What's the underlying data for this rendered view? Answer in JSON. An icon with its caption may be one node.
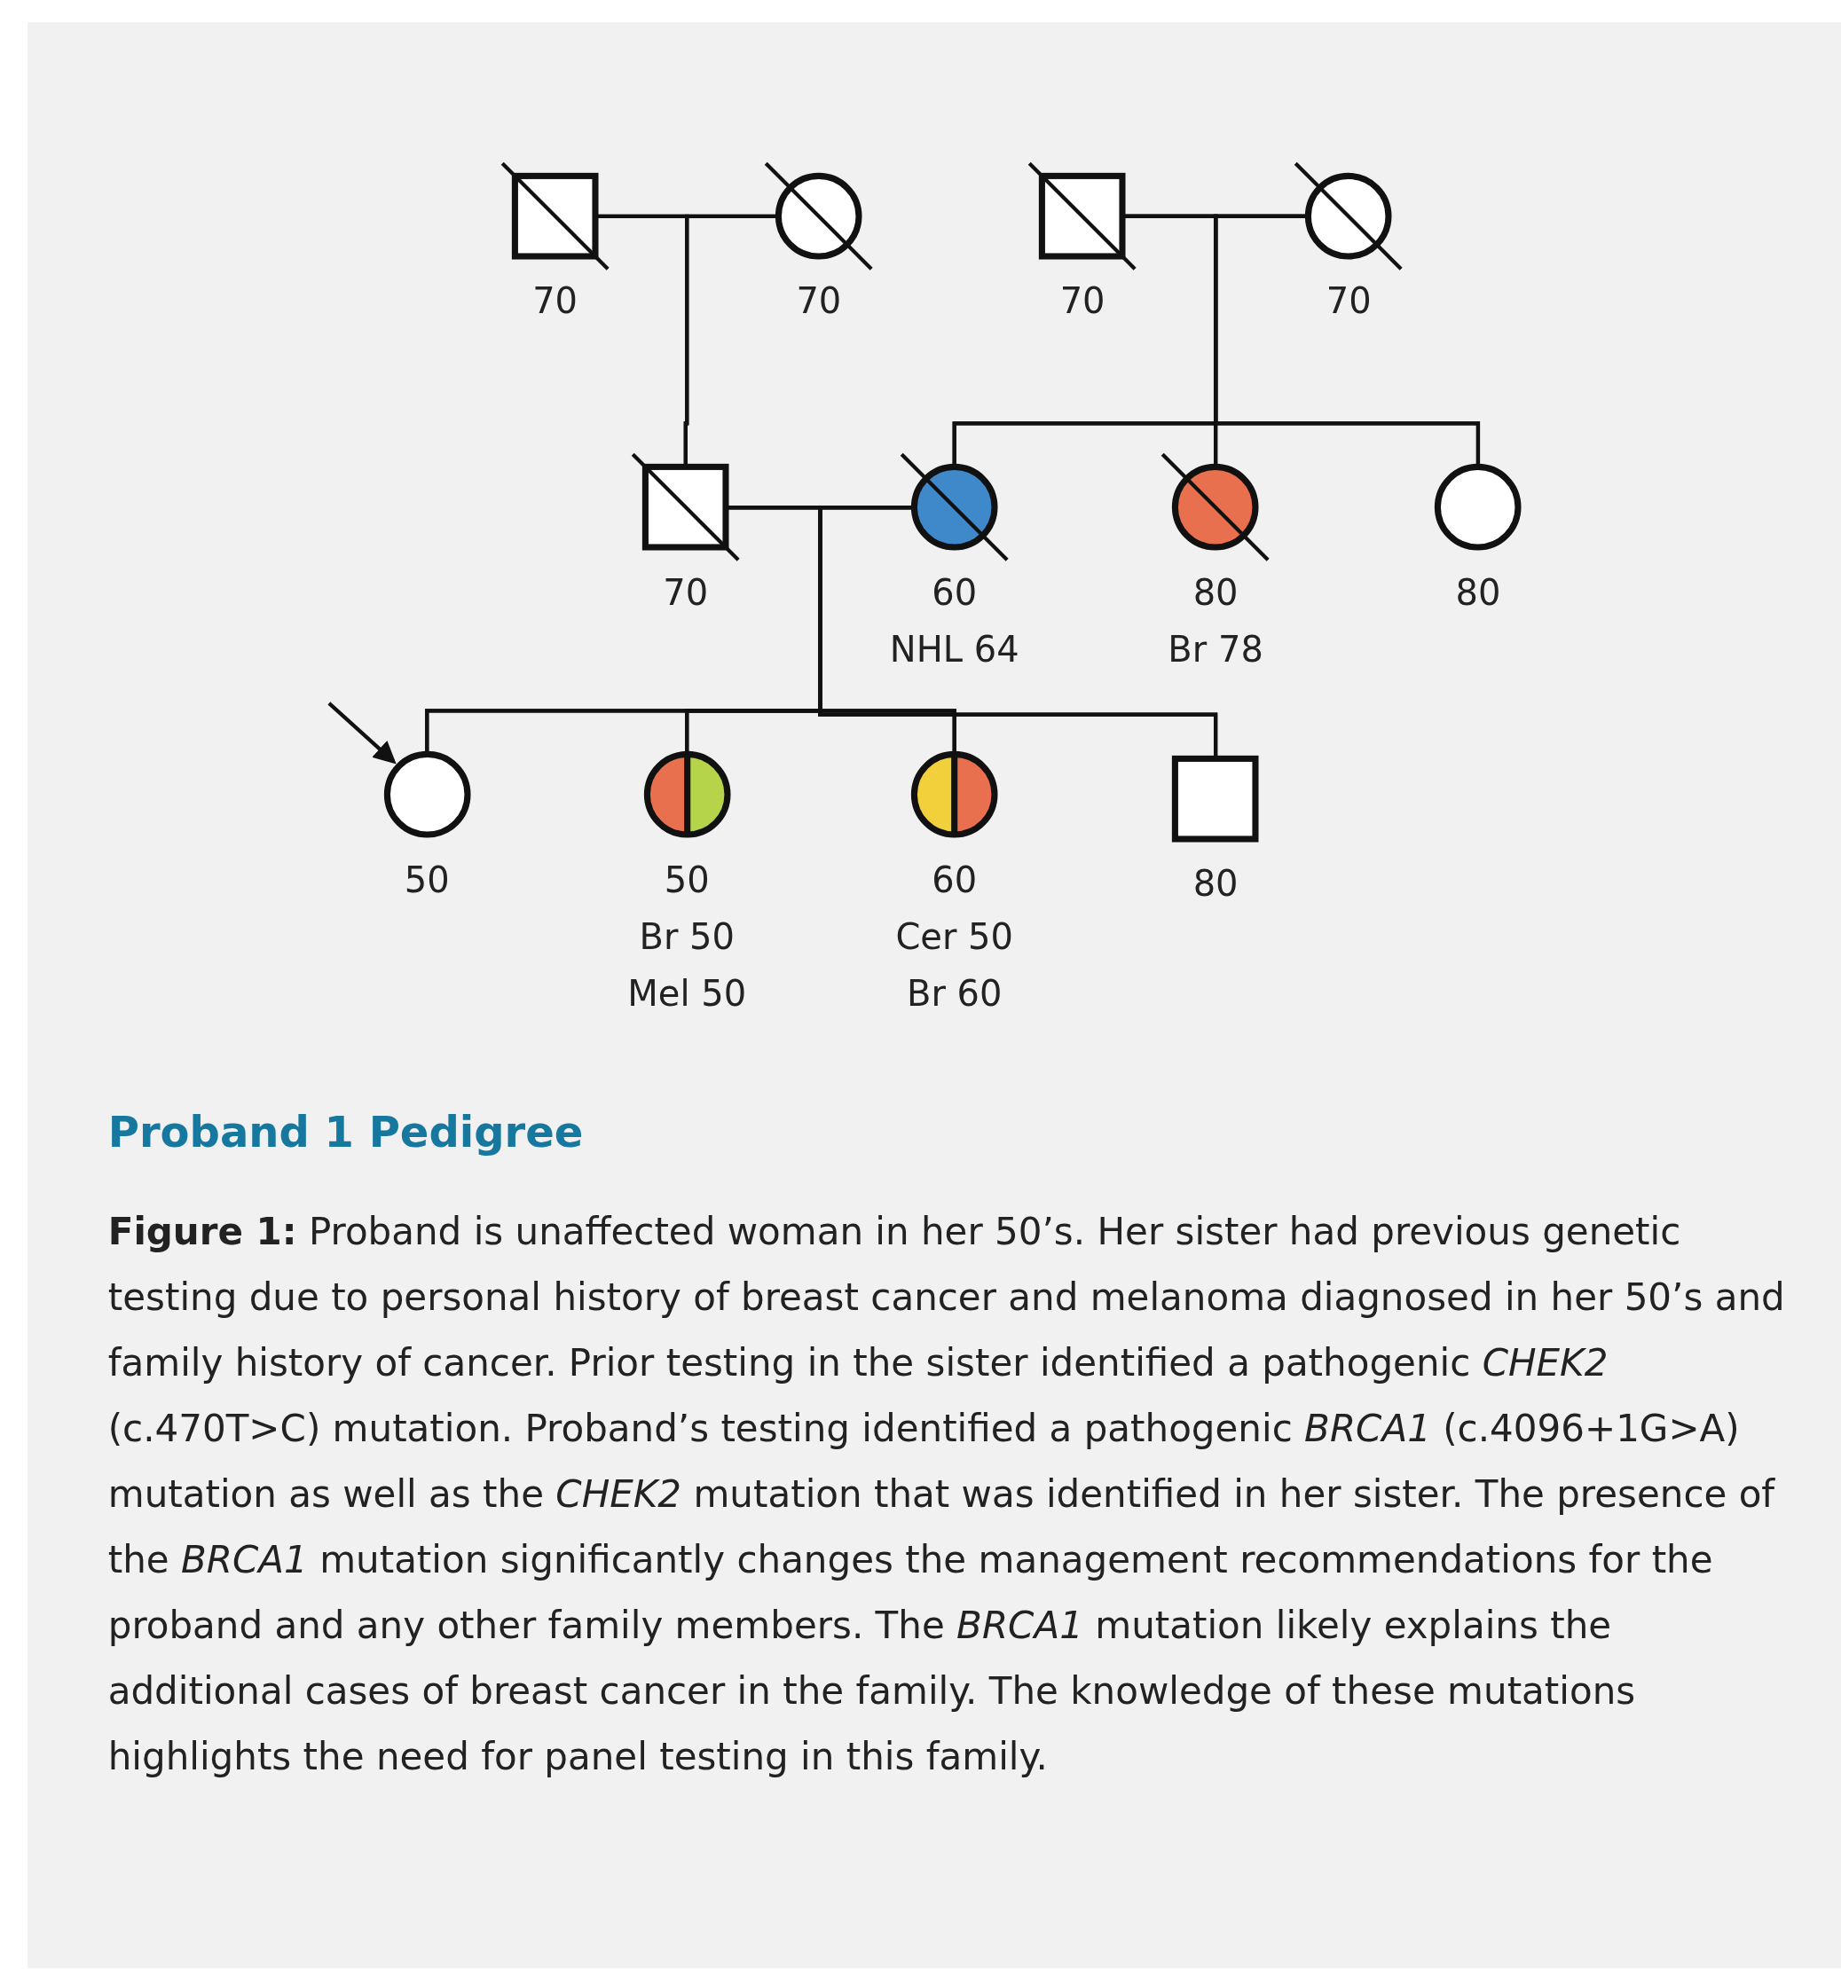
{
  "diagram": {
    "title": "Proband 1 Pedigree",
    "caption": "**Figure 1:** Proband is unaffected woman in her 50’s. Her sister had previous genetic testing due to personal history of breast cancer and melanoma diagnosed in her 50’s and family history of cancer. Prior testing in the sister identified a pathogenic *CHEK2* (c.470T>C) mutation. Proband’s testing identified a pathogenic *BRCA1* (c.4096+1G>A) mutation as well as the *CHEK2* mutation that was identified in her sister. The presence of the *BRCA1* mutation significantly changes the management recommendations for the proband and any other family members. The *BRCA1* mutation likely explains the additional cases of breast cancer in the family. The knowledge of these mutations highlights the need for panel testing in this family.",
    "nodes": [
      {
        "text": [],
        "shape": "box",
        "beside": [
          "70"
        ]
      },
      {
        "text": [],
        "shape": "circle",
        "beside": [
          "70"
        ]
      },
      {
        "text": [],
        "shape": "box",
        "beside": [
          "70"
        ]
      },
      {
        "text": [],
        "shape": "circle",
        "beside": [
          "70"
        ]
      },
      {
        "text": [],
        "shape": "box",
        "beside": [
          "70"
        ]
      },
      {
        "text": [],
        "shape": "circle",
        "beside": [
          "60",
          "NHL 64"
        ]
      },
      {
        "text": [],
        "shape": "circle",
        "beside": [
          "80",
          "Br 78"
        ]
      },
      {
        "text": [],
        "shape": "circle",
        "beside": [
          "80"
        ]
      },
      {
        "text": [],
        "shape": "circle",
        "beside": [
          "50"
        ]
      },
      {
        "text": [],
        "shape": "circle",
        "beside": [
          "50",
          "Br 50",
          "Mel 50"
        ]
      },
      {
        "text": [],
        "shape": "circle",
        "beside": [
          "60",
          "Cer 50",
          "Br 60"
        ]
      },
      {
        "text": [],
        "shape": "box",
        "beside": [
          "80"
        ]
      }
    ],
    "edges": [
      {
        "from": 0,
        "to": 1,
        "arrow": "none"
      },
      {
        "from": 0,
        "to": 4,
        "arrow": "none"
      },
      {
        "from": 1,
        "to": 4,
        "arrow": "none"
      },
      {
        "from": 2,
        "to": 3,
        "arrow": "none"
      },
      {
        "from": 2,
        "to": 5,
        "arrow": "none"
      },
      {
        "from": 2,
        "to": 6,
        "arrow": "none"
      },
      {
        "from": 2,
        "to": 7,
        "arrow": "none"
      },
      {
        "from": 3,
        "to": 5,
        "arrow": "none"
      },
      {
        "from": 3,
        "to": 6,
        "arrow": "none"
      },
      {
        "from": 3,
        "to": 7,
        "arrow": "none"
      },
      {
        "from": 4,
        "to": 5,
        "arrow": "none"
      },
      {
        "from": 4,
        "to": 8,
        "arrow": "none"
      },
      {
        "from": 4,
        "to": 9,
        "arrow": "none"
      },
      {
        "from": 4,
        "to": 10,
        "arrow": "none"
      },
      {
        "from": 4,
        "to": 11,
        "arrow": "none"
      },
      {
        "from": 5,
        "to": 8,
        "arrow": "none"
      },
      {
        "from": 5,
        "to": 9,
        "arrow": "none"
      },
      {
        "from": 5,
        "to": 10,
        "arrow": "none"
      },
      {
        "from": 5,
        "to": 11,
        "arrow": "none"
      },
      {
        "from": null,
        "to": 8,
        "arrow": "to"
      }
    ]
  }
}
